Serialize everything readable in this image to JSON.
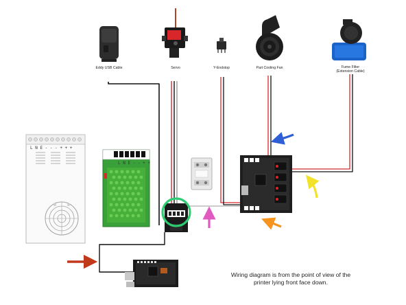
{
  "components": {
    "eddy_usb_cable": "Eddy USB Cable",
    "servo": "Servo",
    "y_endstop": "Y-Endstop",
    "part_cooling_fan": "Part Cooling Fan",
    "fume_filter_line1": "Fume Filter",
    "fume_filter_line2": "(Extension Cable)"
  },
  "psu_labels": {
    "large_psu_terminals": "L N E - - - + + +",
    "small_psu_terminals": "L N E - - + +"
  },
  "note": {
    "line1": "Wiring diagram is from the point of view of the",
    "line2": "printer lying front face down."
  },
  "colors": {
    "wire_red": "#d8262b",
    "wire_black": "#111111",
    "wire_gray": "#9a9a9a",
    "arrow_blue": "#2e5fd6",
    "arrow_yellow": "#f3e22a",
    "arrow_orange": "#f7941d",
    "arrow_magenta": "#e05ac0",
    "arrow_darkred": "#c0391b",
    "highlight_green": "#2ecc71",
    "psu_green": "#3aa13a"
  }
}
